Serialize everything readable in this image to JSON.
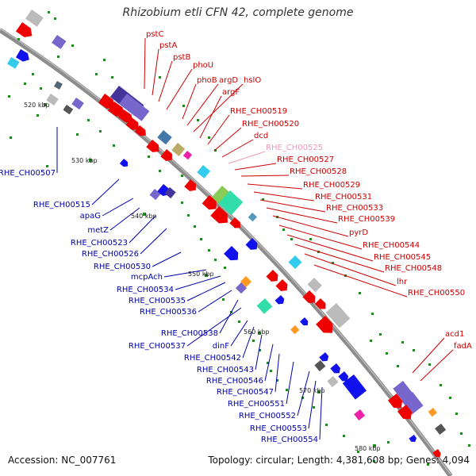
{
  "title": "Rhizobium etli CFN 42, complete genome",
  "footer": {
    "accession": "Accession: NC_007761",
    "topology": "Topology: circular; Length: 4,381,608 bp; Genes: 4,094"
  },
  "scale_labels": [
    "520 kbp",
    "530 kbp",
    "540 kbp",
    "550 kbp",
    "560 kbp",
    "570 kbp",
    "580 kbp"
  ],
  "colors": {
    "forward_label": "#cc0000",
    "reverse_label": "#0000aa",
    "highlight_label": "#ee99bb",
    "backbone": "#8c8c8c"
  },
  "forward_genes": [
    "pstC",
    "pstA",
    "pstB",
    "phoU",
    "phoB",
    "argD",
    "hslO",
    "argF",
    "RHE_CH00519",
    "RHE_CH00520",
    "dcd",
    "RHE_CH00525",
    "RHE_CH00527",
    "RHE_CH00528",
    "RHE_CH00529",
    "RHE_CH00531",
    "RHE_CH00533",
    "RHE_CH00539",
    "pyrD",
    "RHE_CH00544",
    "RHE_CH00545",
    "RHE_CH00548",
    "lhr",
    "RHE_CH00550",
    "acd1",
    "fadA"
  ],
  "reverse_genes": [
    "RHE_CH00507",
    "RHE_CH00515",
    "apaG",
    "metZ",
    "RHE_CH00523",
    "RHE_CH00526",
    "RHE_CH00530",
    "mcpAch",
    "RHE_CH00534",
    "RHE_CH00535",
    "RHE_CH00536",
    "RHE_CH00538",
    "RHE_CH00537",
    "dinF",
    "RHE_CH00542",
    "RHE_CH00543",
    "RHE_CH00546",
    "RHE_CH00547",
    "RHE_CH00551",
    "RHE_CH00552",
    "RHE_CH00553",
    "RHE_CH00554"
  ]
}
